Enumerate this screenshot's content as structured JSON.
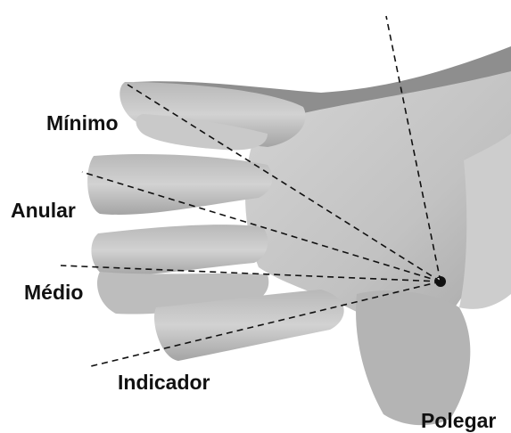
{
  "labels": {
    "minimo": "Mínimo",
    "anular": "Anular",
    "medio": "Médio",
    "indicador": "Indicador",
    "polegar": "Polegar"
  },
  "colors": {
    "hand_shade": "#9a9a9a",
    "hand_light": "#cfcfcf",
    "dashed_line": "#111111",
    "label_text": "#111111"
  }
}
